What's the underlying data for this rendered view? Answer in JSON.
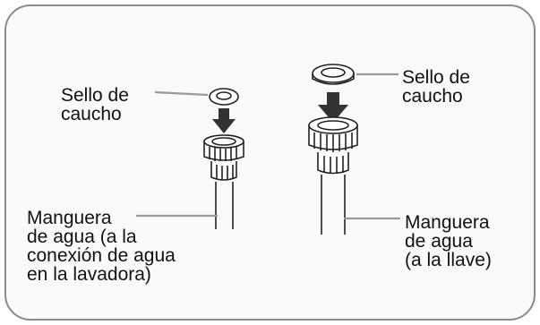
{
  "labels": {
    "seal_left": [
      "Sello de",
      "caucho"
    ],
    "seal_right": [
      "Sello de",
      "caucho"
    ],
    "hose_left": [
      "Manguera",
      "de agua (a la",
      "conexión de agua",
      "en la lavadora)"
    ],
    "hose_right": [
      "Manguera",
      "de agua",
      "(a la llave)"
    ]
  },
  "colors": {
    "frame": "#8a8a8a",
    "frame_fill": "#fafafa",
    "line": "#222222",
    "arrow": "#333333",
    "leader": "#9a9a9a"
  }
}
